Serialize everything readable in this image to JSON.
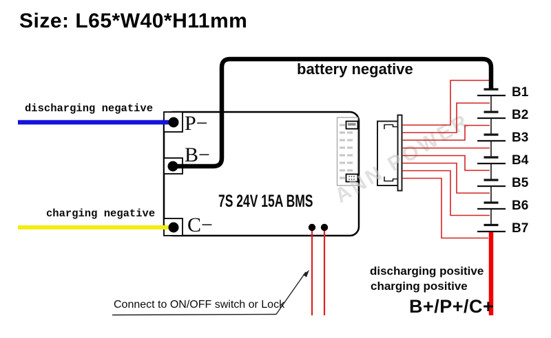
{
  "title": "Size: L65*W40*H11mm",
  "board": {
    "model": "7S 24V 15A BMS",
    "terminal_p": "P−",
    "terminal_b": "B−",
    "terminal_c": "C−"
  },
  "wire_labels": {
    "battery_negative": "battery negative",
    "discharging_negative": "discharging negative",
    "charging_negative": "charging negative",
    "discharging_positive": "discharging positive",
    "charging_positive": "charging positive",
    "combined_positive": "B+/P+/C+"
  },
  "note": {
    "switch": "Connect to ON/OFF switch or Lock"
  },
  "cells": [
    "B1",
    "B2",
    "B3",
    "B4",
    "B5",
    "B6",
    "B7"
  ],
  "watermark": "ANN POWER",
  "colors": {
    "discharge_wire_blue": "#1414dd",
    "charge_wire_yellow": "#f2ee12",
    "positive_wire_red": "#f00000",
    "sense_wire_red": "#d42222",
    "negative_wire_black": "#000000",
    "watermark_gray": "#cccccc"
  }
}
